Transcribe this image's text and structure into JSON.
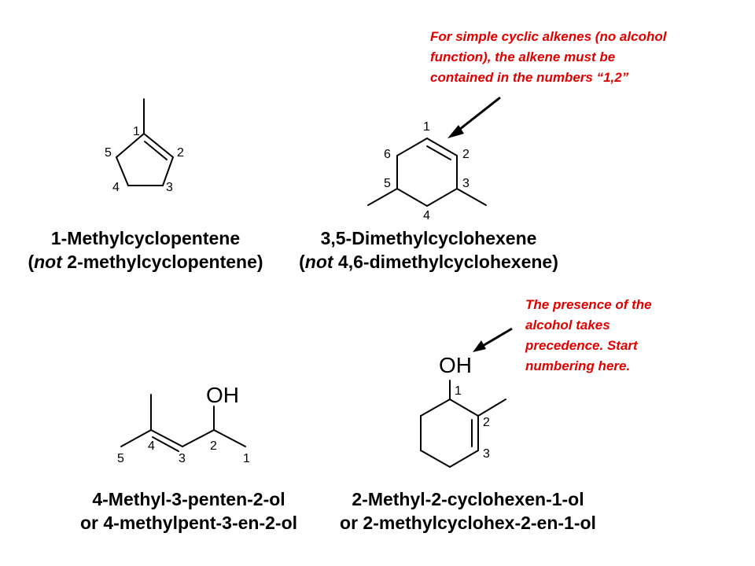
{
  "notes": {
    "cyclic_alkenes": [
      "For simple cyclic alkenes (no alcohol",
      "function), the alkene must be",
      "contained in the numbers “1,2”"
    ],
    "alcohol": [
      "The presence of the",
      "alcohol takes",
      "precedence. Start",
      "numbering here."
    ]
  },
  "molecules": {
    "cyclopentene": {
      "name": "1-Methylcyclopentene",
      "alt_open": "(",
      "alt_not": "not",
      "alt_rest": " 2-methylcyclopentene)",
      "locants": [
        "1",
        "2",
        "3",
        "4",
        "5"
      ]
    },
    "cyclohexene": {
      "name": "3,5-Dimethylcyclohexene",
      "alt_open": "(",
      "alt_not": "not",
      "alt_rest": " 4,6-dimethylcyclohexene)",
      "locants": [
        "1",
        "2",
        "3",
        "4",
        "5",
        "6"
      ]
    },
    "pentenol": {
      "name": "4-Methyl-3-penten-2-ol",
      "alt": "or 4-methylpent-3-en-2-ol",
      "group": "OH",
      "locants": [
        "5",
        "4",
        "3",
        "2",
        "1"
      ]
    },
    "cyclohexenol": {
      "name": "2-Methyl-2-cyclohexen-1-ol",
      "alt": "or 2-methylcyclohex-2-en-1-ol",
      "group": "OH",
      "locants": [
        "1",
        "2",
        "3"
      ]
    }
  },
  "colors": {
    "note": "#e00000",
    "structure": "#000000"
  }
}
